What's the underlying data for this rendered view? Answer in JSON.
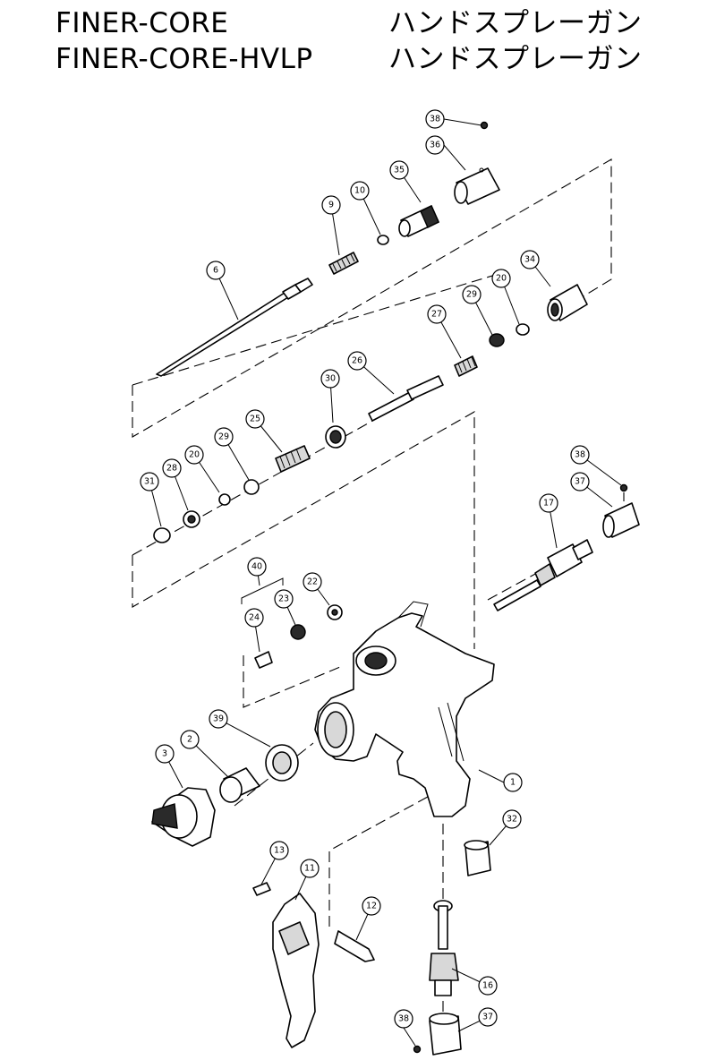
{
  "titles": [
    {
      "model": "FINER-CORE",
      "kind": "ハンドスプレーガン"
    },
    {
      "model": "FINER-CORE-HVLP",
      "kind": "ハンドスプレーガン"
    }
  ],
  "callouts": [
    "1",
    "2",
    "3",
    "6",
    "9",
    "10",
    "11",
    "12",
    "13",
    "16",
    "17",
    "20",
    "20",
    "22",
    "23",
    "24",
    "25",
    "26",
    "27",
    "28",
    "29",
    "29",
    "30",
    "31",
    "32",
    "34",
    "35",
    "36",
    "37",
    "37",
    "38",
    "38",
    "38",
    "39",
    "40"
  ]
}
